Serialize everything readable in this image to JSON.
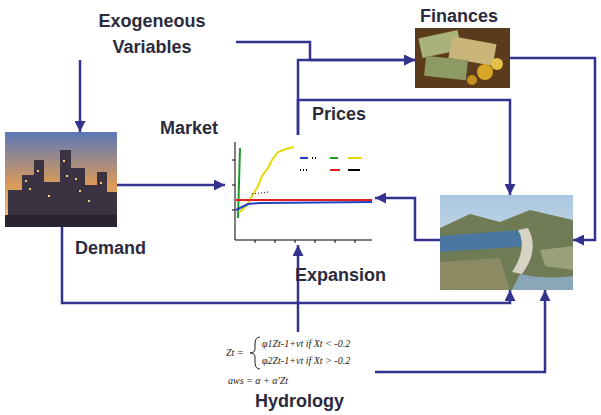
{
  "diagram": {
    "nodes": [
      {
        "text": [
          "Exogeneous Variables"
        ]
      },
      {
        "text": [
          "Finances"
        ]
      },
      {
        "text": [
          "Market"
        ]
      },
      {
        "text": [
          "Demand"
        ]
      },
      {
        "text": [
          "Expansion"
        ]
      },
      {
        "text": [
          "Hydrology"
        ]
      }
    ],
    "edges": [
      {
        "from": 0,
        "to": 3,
        "arrow": "to"
      },
      {
        "from": 0,
        "to": 1,
        "arrow": "to"
      },
      {
        "from": 2,
        "to": 1,
        "arrow": "to"
      },
      {
        "from": 2,
        "to": 4,
        "label": "Prices",
        "arrow": "to"
      },
      {
        "from": 1,
        "to": 4,
        "arrow": "to"
      },
      {
        "from": 3,
        "to": 2,
        "arrow": "to"
      },
      {
        "from": 4,
        "to": 2,
        "arrow": "to"
      },
      {
        "from": 3,
        "to": 4,
        "arrow": "to"
      },
      {
        "from": 5,
        "to": 2,
        "arrow": "to"
      },
      {
        "from": 5,
        "to": 4,
        "arrow": "to"
      }
    ],
    "labels": [
      "Zt =",
      "φ1Zt-1+νt if Xt < -0.2",
      "φ2Zt-1+νt if Xt > -0.2",
      "aws = α + α'Zt"
    ]
  }
}
